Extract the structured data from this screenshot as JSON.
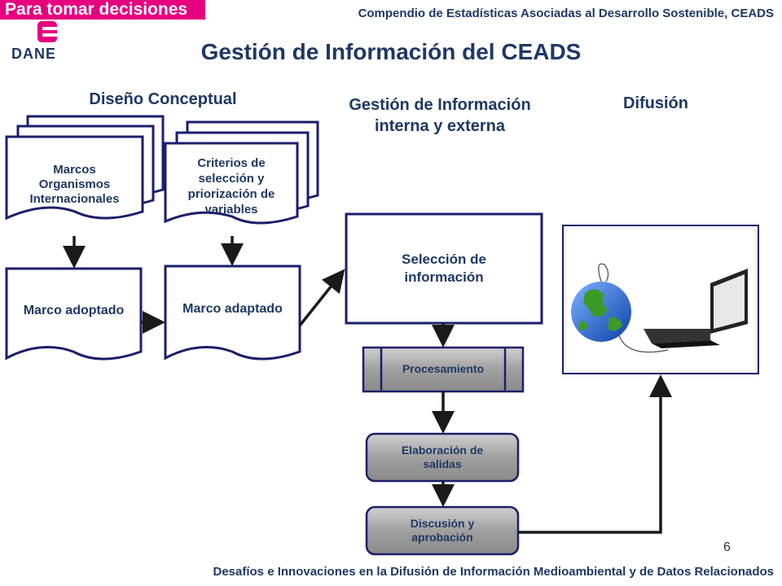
{
  "header": {
    "banner_text": "Para tomar decisiones",
    "logo_text": "DANE",
    "top_reference": "Compendio de Estadísticas Asociadas al  Desarrollo Sostenible, CEADS"
  },
  "title": "Gestión de Información del CEADS",
  "sections": {
    "conceptual": "Diseño Conceptual",
    "management_line1": "Gestión de Información",
    "management_line2": "interna y externa",
    "diffusion": "Difusión"
  },
  "nodes": {
    "marcos_line1": "Marcos",
    "marcos_line2": "Organismos",
    "marcos_line3": "Internacionales",
    "criterios_line1": "Criterios de",
    "criterios_line2": "selección  y",
    "criterios_line3": "priorización de",
    "criterios_line4": "variables",
    "marco_adoptado": "Marco adoptado",
    "marco_adaptado": "Marco adaptado",
    "seleccion_line1": "Selección de",
    "seleccion_line2": "información",
    "procesamiento": "Procesamiento",
    "elaboracion_line1": "Elaboración de",
    "elaboracion_line2": "salidas",
    "discusion_line1": "Discusión y",
    "discusion_line2": "aprobación"
  },
  "page_number": "6",
  "footer": "Desafíos e Innovaciones en la Difusión de Información Medioambiental y de Datos Relacionados",
  "colors": {
    "brand_magenta": "#e6007e",
    "navy": "#1f3864",
    "box_border": "#1a1f6b",
    "gray_box": "#a6a6a6"
  }
}
